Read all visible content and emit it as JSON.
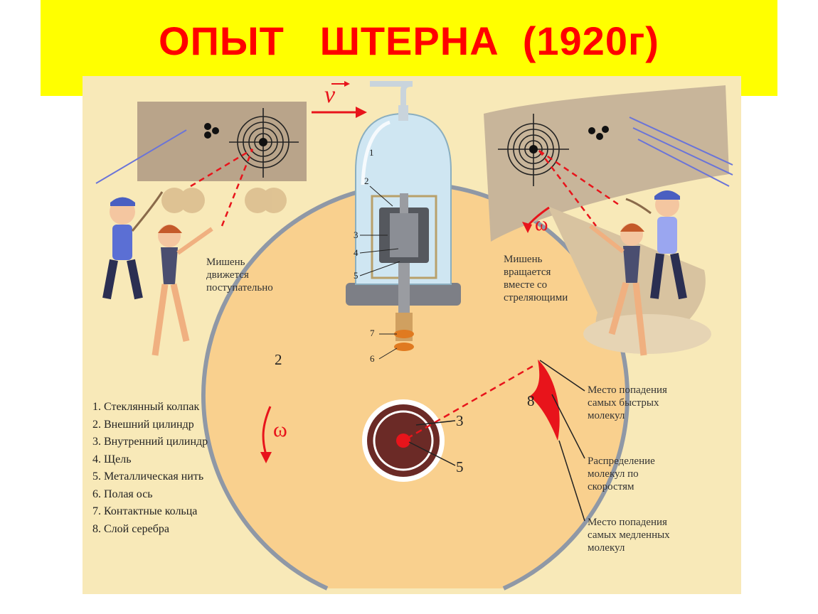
{
  "title": "ОПЫТ   ШТЕРНА  (1920г)",
  "vector_symbol": "v",
  "omega_symbol": "ω",
  "left_caption": [
    "Мишень",
    "движется",
    "поступательно"
  ],
  "right_caption": [
    "Мишень",
    "вращается",
    "вместе со",
    "стреляющими"
  ],
  "legend": [
    "1. Стеклянный колпак",
    "2. Внешний цилиндр",
    "3. Внутренний цилиндр",
    "4. Щель",
    "5. Металлическая нить",
    "6. Полая ось",
    "7. Контактные кольца",
    "8. Слой серебра"
  ],
  "callouts": [
    [
      "Место попадения",
      "самых быстрых",
      "молекул"
    ],
    [
      "Распределение",
      "молекул по",
      "скоростям"
    ],
    [
      "Место попадения",
      "самых медленных",
      "молекул"
    ]
  ],
  "apparatus_labels": [
    "1",
    "2",
    "3",
    "4",
    "5",
    "7",
    "6"
  ],
  "disk_labels": {
    "outer": "2",
    "inner": "3",
    "wire": "5",
    "silver": "8"
  },
  "colors": {
    "banner": "#ffff00",
    "title": "#ff0000",
    "panel": "#f8e9b8",
    "disk": "#f9d08e",
    "red_accent": "#e8141b"
  }
}
